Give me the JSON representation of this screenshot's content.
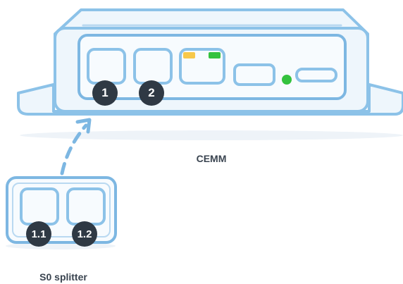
{
  "cemm": {
    "label": "CEMM",
    "port_1_label": "1",
    "port_2_label": "2",
    "led_yellow_color": "#f7c84a",
    "led_green_color": "#34c23e",
    "status_dot_color": "#34c23e"
  },
  "splitter": {
    "label": "S0 splitter",
    "port_1_label": "1.1",
    "port_2_label": "1.2"
  },
  "connection": {
    "style": "dashed-arrow",
    "from": "S0 splitter",
    "to": "CEMM port 1"
  },
  "colors": {
    "outline": "#8cc2e8",
    "outline_dark": "#7db7e2",
    "body_fill": "#eef6fc",
    "inner_fill": "#f7fbfe",
    "badge": "#2f3944",
    "text": "#3a4450"
  }
}
